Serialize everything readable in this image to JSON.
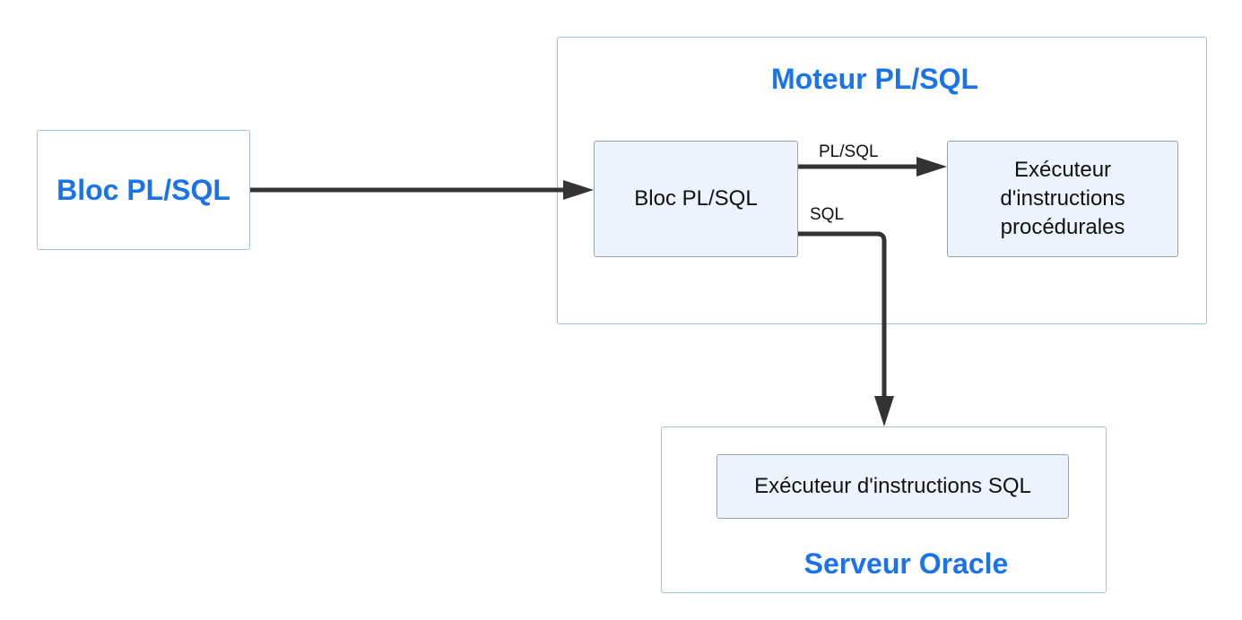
{
  "source_block": {
    "label": "Bloc PL/SQL"
  },
  "engine": {
    "title": "Moteur PL/SQL",
    "block_label": "Bloc PL/SQL",
    "procedural_executor_lines": [
      "Exécuteur",
      "d'instructions",
      "procédurales"
    ]
  },
  "server": {
    "title": "Serveur Oracle",
    "sql_executor_label": "Exécuteur d'instructions SQL"
  },
  "edges": {
    "plsql_label": "PL/SQL",
    "sql_label": "SQL"
  },
  "colors": {
    "title_blue": "#1a73e8",
    "box_border": "#9fc0e4",
    "inner_fill": "#edf3fc",
    "arrow": "#333333"
  }
}
